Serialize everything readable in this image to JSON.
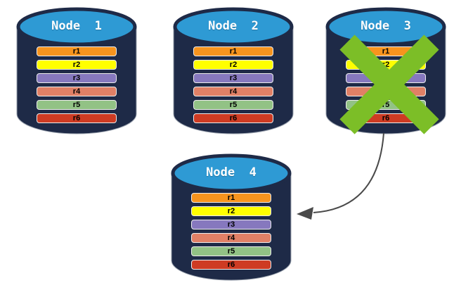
{
  "diagram": {
    "type": "database-replication-failover",
    "nodes": [
      {
        "label": "Node  1",
        "failed": false,
        "replicas": [
          "r1",
          "r2",
          "r3",
          "r4",
          "r5",
          "r6"
        ]
      },
      {
        "label": "Node  2",
        "failed": false,
        "replicas": [
          "r1",
          "r2",
          "r3",
          "r4",
          "r5",
          "r6"
        ]
      },
      {
        "label": "Node  3",
        "failed": true,
        "replicas": [
          "r1",
          "r2",
          "r3",
          "r4",
          "r5",
          "r6"
        ]
      },
      {
        "label": "Node  4",
        "failed": false,
        "replicas": [
          "r1",
          "r2",
          "r3",
          "r4",
          "r5",
          "r6"
        ]
      }
    ],
    "replica_colors": [
      "#F7941E",
      "#FFFF00",
      "#8678BE",
      "#E08066",
      "#92C285",
      "#CE3B23"
    ],
    "colors": {
      "cylinder_body": "#1E2A47",
      "cylinder_outline": "#9AA2AE",
      "cylinder_top": "#2E9AD4",
      "node_label_text": "#FFFFFF",
      "bar_text": "#000000",
      "failure_x": "#7CBE27",
      "arrow": "#4A4A4A"
    },
    "arrow": {
      "from": "Node 3",
      "to": "Node 4"
    }
  }
}
